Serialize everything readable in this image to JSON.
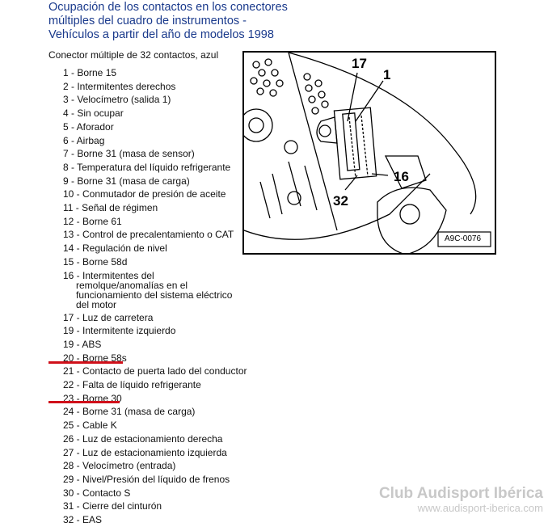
{
  "title": [
    "Ocupación de los contactos en los conectores",
    "múltiples del cuadro de instrumentos -",
    "Vehículos a partir del año de modelos 1998"
  ],
  "subtitle": "Conector múltiple de 32 contactos, azul",
  "items": [
    "1 - Borne 15",
    "2 - Intermitentes derechos",
    "3 - Velocímetro (salida 1)",
    "4 - Sin ocupar",
    "5 - Aforador",
    "6 - Airbag",
    "7 - Borne 31 (masa de sensor)",
    "8 - Temperatura del líquido refrigerante",
    "9 - Borne 31 (masa de carga)",
    "10 - Conmutador de presión de aceite",
    "11 - Señal de régimen",
    "12 - Borne 61",
    "13 - Control de precalentamiento o CAT",
    "14 - Regulación de nivel",
    "15 - Borne 58d",
    "16 - Intermitentes del remolque/anomalías en el funcionamiento del sistema eléctrico del motor",
    "17 - Luz de carretera",
    "19 - Intermitente izquierdo",
    "19 - ABS",
    "20 - Borne 58s",
    "21 - Contacto de puerta lado del conductor",
    "22 - Falta de líquido refrigerante",
    "23 - Borne 30",
    "24 - Borne 31 (masa de carga)",
    "25 - Cable K",
    "26 - Luz de estacionamiento derecha",
    "27 - Luz de estacionamiento izquierda",
    "28 - Velocímetro (entrada)",
    "29 - Nivel/Presión del líquido de frenos",
    "30 - Contacto S",
    "31 - Cierre del cinturón",
    "32 - EAS"
  ],
  "figure": {
    "labels": {
      "a": "17",
      "b": "1",
      "c": "16",
      "d": "32"
    },
    "code": "A9C-0076"
  },
  "watermark": {
    "name": "Club Audisport Ibérica",
    "url": "www.audisport-iberica.com"
  },
  "highlight_color": "#d0101a"
}
